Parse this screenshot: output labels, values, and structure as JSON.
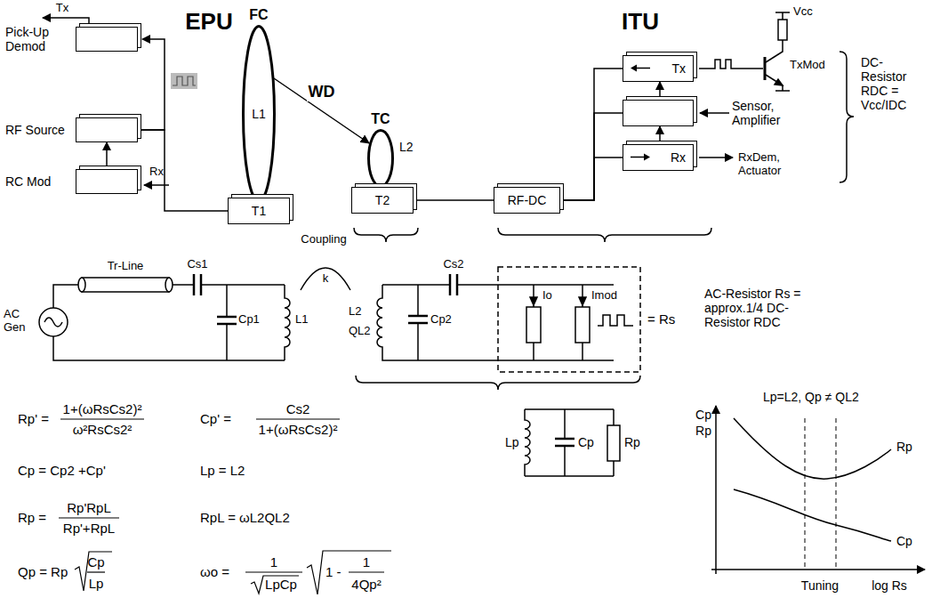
{
  "diagram": {
    "nodes": [
      {
        "text": [
          "Pick-Up Demod"
        ]
      },
      {
        "text": [
          "RF Source"
        ]
      },
      {
        "text": [
          "RC Mod"
        ]
      },
      {
        "text": [
          "FC",
          "L1"
        ]
      },
      {
        "text": [
          "T1"
        ]
      },
      {
        "text": [
          "TC",
          "L2"
        ]
      },
      {
        "text": [
          "T2"
        ]
      },
      {
        "text": [
          "RF-DC"
        ]
      },
      {
        "text": [
          "Tx"
        ]
      },
      {
        "text": [
          "Sensor, Amplifier"
        ]
      },
      {
        "text": [
          "Rx"
        ]
      }
    ],
    "edges": [
      {
        "from": 2,
        "to": 1,
        "arrow": "to"
      },
      {
        "from": 1,
        "to": 0,
        "arrow": "to"
      },
      {
        "from": 1,
        "to": 4,
        "arrow": "none"
      },
      {
        "from": 3,
        "to": 5,
        "arrow": "to",
        "label": "WD"
      },
      {
        "from": 6,
        "to": 7,
        "arrow": "none"
      },
      {
        "from": 7,
        "to": 8,
        "arrow": "none"
      },
      {
        "from": 7,
        "to": 9,
        "arrow": "none"
      },
      {
        "from": 7,
        "to": 10,
        "arrow": "none"
      },
      {
        "from": 9,
        "to": 8,
        "arrow": "to"
      },
      {
        "from": 10,
        "to": 9,
        "arrow": "to"
      }
    ],
    "labels": [
      "EPU",
      "ITU",
      "Tx",
      "Rx",
      "Vcc",
      "TxMod",
      "RxDem, Actuator",
      "DC-Resistor RDC = Vcc/IDC",
      "AC Gen",
      "Tr-Line",
      "Cs1",
      "Cp1",
      "L1",
      "Coupling",
      "k",
      "L2",
      "QL2",
      "Cp2",
      "Cs2",
      "Io",
      "Imod",
      "= Rs",
      "AC-Resistor Rs = approx.1/4 DC-Resistor RDC",
      "Lp",
      "Cp",
      "Rp",
      "Rp' =",
      "1+(ωRsCs2)²",
      "ω²RsCs2²",
      "Cp' =",
      "Cs2",
      "1+(ωRsCs2)²",
      "Cp = Cp2 +Cp'",
      "Lp = L2",
      "Rp =",
      "Rp'RpL",
      "Rp'+RpL",
      "RpL = ωL2QL2",
      "Qp = Rp",
      "Cp",
      "Lp",
      "ωo =",
      "1",
      "LpCp",
      "1 -",
      "1",
      "4Qp²",
      "Cp",
      "Rp",
      "Lp=L2, Qp ≠ QL2",
      "Rp",
      "Cp",
      "Tuning",
      "log Rs"
    ]
  }
}
